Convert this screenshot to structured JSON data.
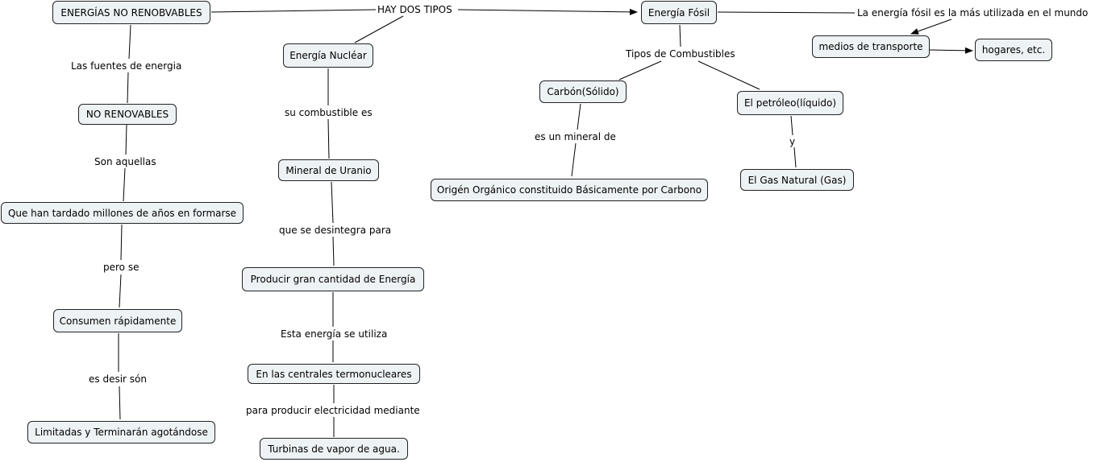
{
  "nodes": {
    "energias_no_renovables": "ENERGÍAS NO RENOBVABLES",
    "energia_nuclear": "Energía Nucléar",
    "energia_fosil": "Energía Fósil",
    "medios_transporte": "medios de transporte",
    "hogares": "hogares, etc.",
    "no_renovables": "NO RENOVABLES",
    "mineral_uranio": "Mineral de Uranio",
    "carbon": "Carbón(Sólido)",
    "petroleo": "El petróleo(líquido)",
    "origen_organico": "Origén Orgánico constituido Básicamente por Carbono",
    "gas_natural": "El Gas Natural (Gas)",
    "millones_anos": "Que han tardado millones de años en formarse",
    "producir_energia": "Producir gran cantidad de Energía",
    "consumen": "Consumen rápidamente",
    "centrales": "En las centrales termonucleares",
    "limitadas": "Limitadas y Terminarán agotándose",
    "turbinas": "Turbinas de vapor de agua."
  },
  "links": {
    "hay_dos_tipos": "HAY DOS TIPOS",
    "mas_utilizada": "La energía fósil es la más utilizada en el mundo",
    "fuentes": "Las fuentes de energia",
    "tipos_combustibles": "Tipos de Combustibles",
    "su_combustible": "su combustible es",
    "son_aquellas": "Son aquellas",
    "mineral_de": "es un mineral de",
    "y": "y",
    "se_desintegra": "que se desintegra para",
    "pero_se": "pero se",
    "se_utiliza": "Esta energía se utiliza",
    "es_decir": "es desir són",
    "para_producir": "para producir electricidad mediante"
  }
}
